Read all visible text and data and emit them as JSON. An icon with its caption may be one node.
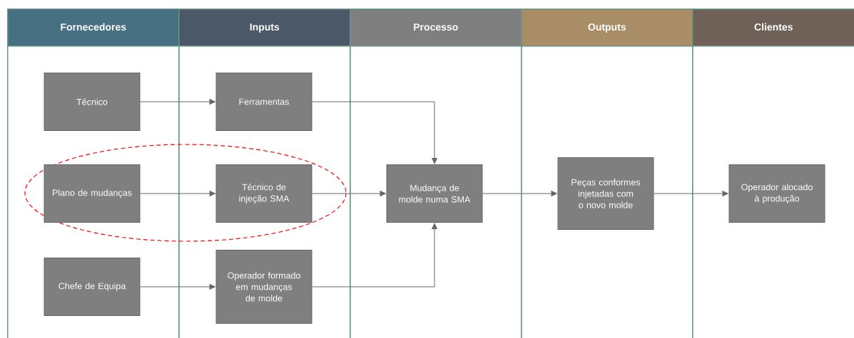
{
  "diagram": {
    "nodes": [
      {
        "text": [
          "Fornecedores"
        ]
      },
      {
        "text": [
          "Inputs"
        ]
      },
      {
        "text": [
          "Processo"
        ]
      },
      {
        "text": [
          "Outputs"
        ]
      },
      {
        "text": [
          "Clientes"
        ]
      },
      {
        "text": [
          "Técnico"
        ],
        "in": 0
      },
      {
        "text": [
          "Plano de mudanças"
        ],
        "in": 0
      },
      {
        "text": [
          "Chefe de Equipa"
        ],
        "in": 0
      },
      {
        "text": [
          "Ferramentas"
        ],
        "in": 1
      },
      {
        "text": [
          "Técnico de injeção SMA"
        ],
        "in": 1
      },
      {
        "text": [
          "Operador formado em mudanças de molde"
        ],
        "in": 1
      },
      {
        "text": [
          "Mudança de molde numa SMA"
        ],
        "in": 2
      },
      {
        "text": [
          "Peças conformes injetadas com o novo molde"
        ],
        "in": 3
      },
      {
        "text": [
          "Operador alocado à produção"
        ],
        "in": 4
      }
    ],
    "edges": [
      {
        "from": 5,
        "to": 8,
        "arrow": "to"
      },
      {
        "from": 6,
        "to": 9,
        "arrow": "to"
      },
      {
        "from": 7,
        "to": 10,
        "arrow": "to"
      },
      {
        "from": 8,
        "to": 11,
        "arrow": "to"
      },
      {
        "from": 9,
        "to": 11,
        "arrow": "to"
      },
      {
        "from": 10,
        "to": 11,
        "arrow": "to"
      },
      {
        "from": 11,
        "to": 12,
        "arrow": "to"
      },
      {
        "from": 12,
        "to": 13,
        "arrow": "to"
      }
    ]
  }
}
